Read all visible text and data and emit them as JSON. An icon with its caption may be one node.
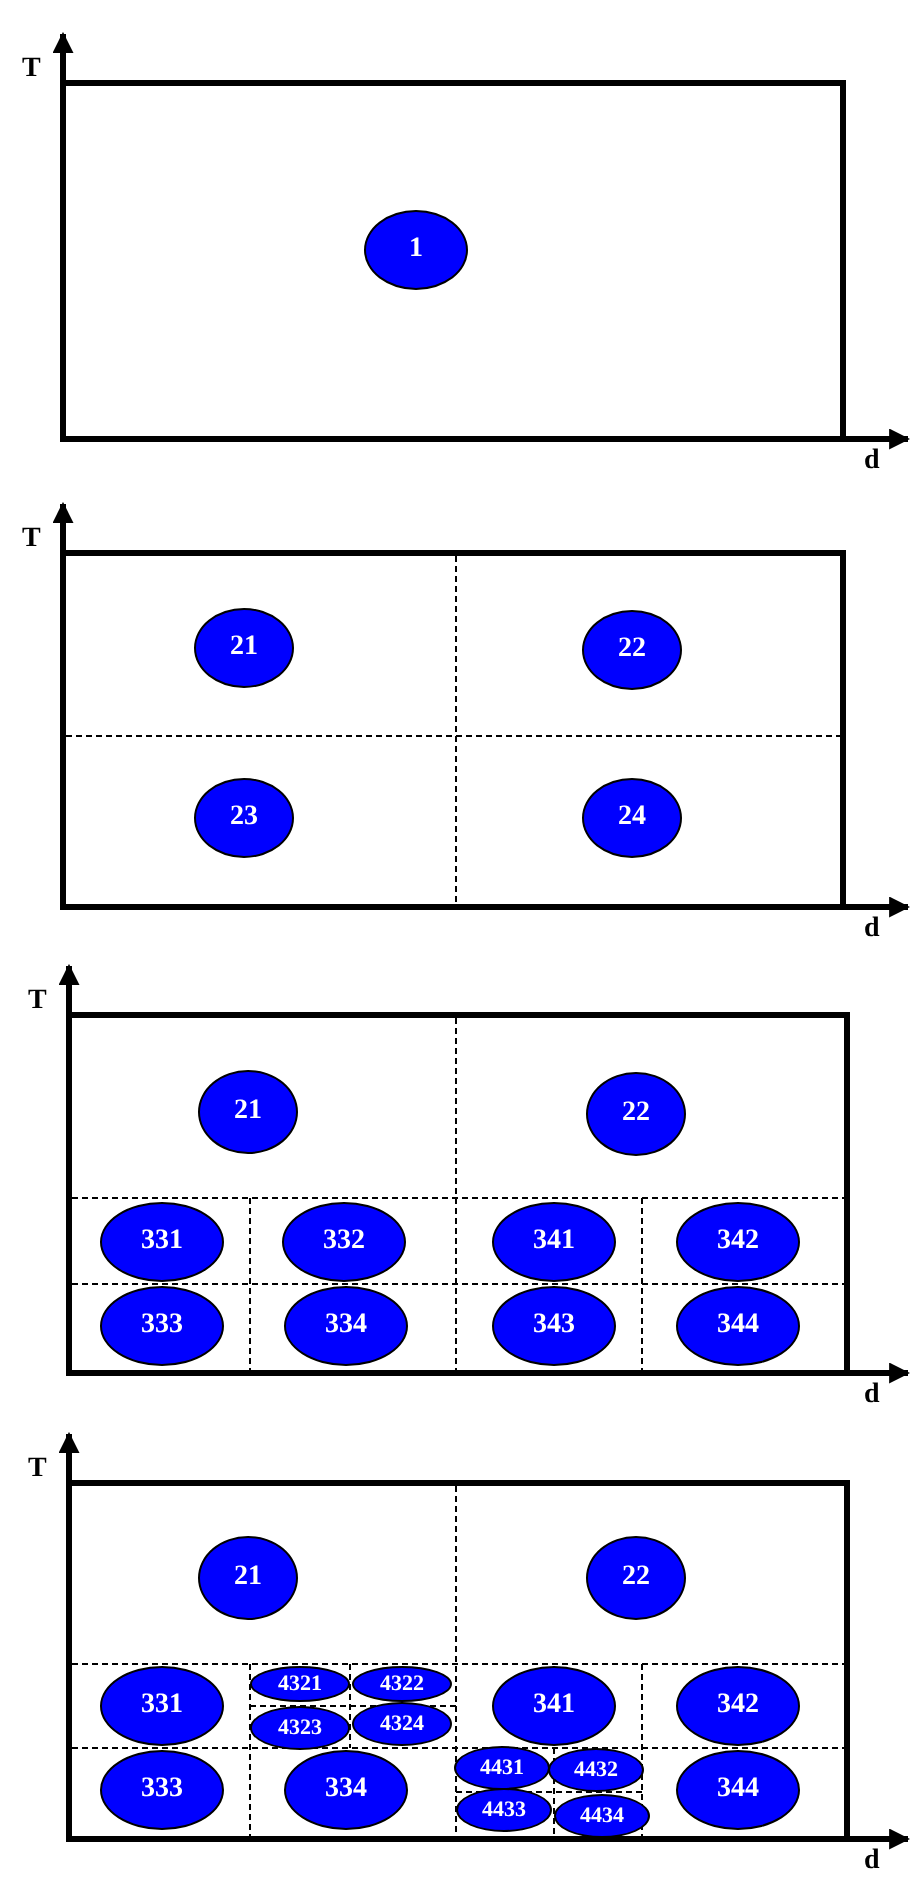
{
  "diagram": {
    "nodes": [
      {
        "text": [],
        "shape": "box"
      },
      {
        "text": [
          "1"
        ],
        "in": 0
      },
      {
        "text": [],
        "shape": "box"
      },
      {
        "text": [
          "21"
        ],
        "in": 2
      },
      {
        "text": [
          "22"
        ],
        "in": 2
      },
      {
        "text": [
          "23"
        ],
        "in": 2
      },
      {
        "text": [
          "24"
        ],
        "in": 2
      },
      {
        "text": [],
        "shape": "box"
      },
      {
        "text": [
          "21"
        ],
        "in": 7
      },
      {
        "text": [
          "22"
        ],
        "in": 7
      },
      {
        "text": [
          "331"
        ],
        "in": 7
      },
      {
        "text": [
          "332"
        ],
        "in": 7
      },
      {
        "text": [
          "341"
        ],
        "in": 7
      },
      {
        "text": [
          "342"
        ],
        "in": 7
      },
      {
        "text": [
          "333"
        ],
        "in": 7
      },
      {
        "text": [
          "334"
        ],
        "in": 7
      },
      {
        "text": [
          "343"
        ],
        "in": 7
      },
      {
        "text": [
          "344"
        ],
        "in": 7
      },
      {
        "text": [],
        "shape": "box"
      },
      {
        "text": [
          "21"
        ],
        "in": 18
      },
      {
        "text": [
          "22"
        ],
        "in": 18
      },
      {
        "text": [
          "331"
        ],
        "in": 18
      },
      {
        "text": [
          "4321"
        ],
        "in": 18
      },
      {
        "text": [
          "4322"
        ],
        "in": 18
      },
      {
        "text": [
          "4323"
        ],
        "in": 18
      },
      {
        "text": [
          "4324"
        ],
        "in": 18
      },
      {
        "text": [
          "341"
        ],
        "in": 18
      },
      {
        "text": [
          "342"
        ],
        "in": 18
      },
      {
        "text": [
          "333"
        ],
        "in": 18
      },
      {
        "text": [
          "334"
        ],
        "in": 18
      },
      {
        "text": [
          "4431"
        ],
        "in": 18
      },
      {
        "text": [
          "4432"
        ],
        "in": 18
      },
      {
        "text": [
          "4433"
        ],
        "in": 18
      },
      {
        "text": [
          "4434"
        ],
        "in": 18
      },
      {
        "text": [
          "344"
        ],
        "in": 18
      }
    ],
    "edges": [],
    "labels": [
      "T",
      "d",
      "T",
      "d",
      "T",
      "d",
      "T",
      "d"
    ]
  }
}
